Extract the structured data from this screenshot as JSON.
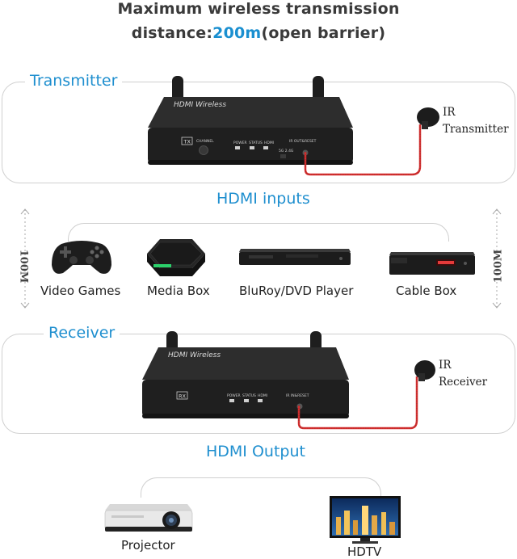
{
  "headline": {
    "line1": "Maximum wireless transmission",
    "line2_prefix": "distance:",
    "line2_highlight": "200m",
    "line2_suffix": "(open barrier)"
  },
  "transmitter": {
    "label": "Transmitter",
    "device_brand": "HDMI Wireless",
    "badge": "TX",
    "channel_label": "CHANNEL",
    "power_label": "POWER",
    "status_label": "STATUS",
    "hdmi_label": "HDMI",
    "ir_port_label": "IR OUT&RESET",
    "freq_label": "5G 2.4G",
    "ir_line1": "IR",
    "ir_line2": "Transmitter"
  },
  "inputs": {
    "label": "HDMI inputs",
    "items": [
      {
        "caption": "Video Games"
      },
      {
        "caption": "Media Box"
      },
      {
        "caption": "BluRoy/DVD Player"
      },
      {
        "caption": "Cable Box"
      }
    ],
    "distance_left": "100M",
    "distance_right": "100M"
  },
  "receiver": {
    "label": "Receiver",
    "device_brand": "HDMI Wireless",
    "badge": "RX",
    "power_label": "POWER",
    "status_label": "STATUS",
    "hdmi_label": "HDMI",
    "ir_port_label": "IR IN&RESET",
    "ir_line1": "IR",
    "ir_line2": "Receiver"
  },
  "outputs": {
    "label": "HDMI Output",
    "items": [
      {
        "caption": "Projector"
      },
      {
        "caption": "HDTV"
      }
    ]
  },
  "colors": {
    "accent": "#1a8fd0",
    "cable": "#d92b2b",
    "device": "#2b2b2b"
  }
}
